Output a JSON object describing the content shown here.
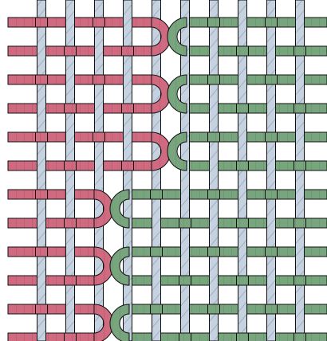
{
  "pattern": {
    "kind": "woven-strands",
    "columns": 10,
    "rows": 12,
    "column_pairs": 5,
    "left_strand_count_top_half": 5,
    "left_strand_count_bottom_half": 3
  },
  "colors": {
    "background": "#ffffff",
    "vertical_fill": "#c6d2e0",
    "vertical_hatch": "#9fb0c4",
    "left_fill": "#cf6a80",
    "left_hatch": "#b65268",
    "right_fill": "#78a57e",
    "right_hatch": "#5f8f66",
    "outline": "#111111"
  }
}
